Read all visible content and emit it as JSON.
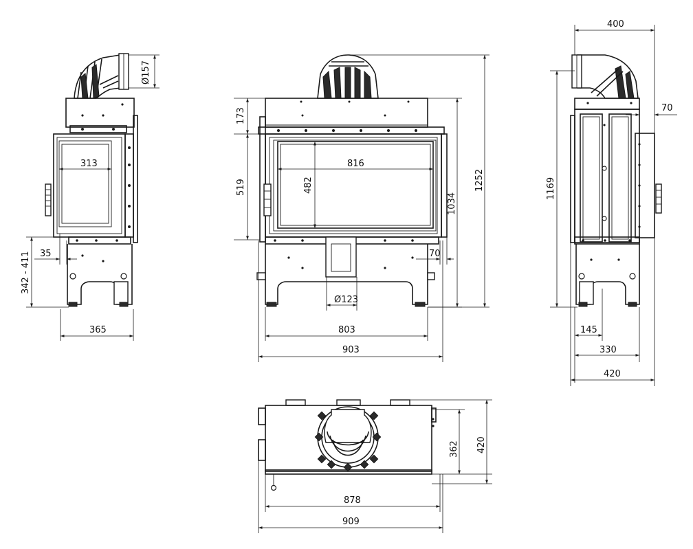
{
  "dimensions": {
    "left_view": {
      "flue_diameter": "Ø157",
      "glass_width": "313",
      "side_offset": "35",
      "height_range": "342 - 411",
      "depth": "365"
    },
    "front_view": {
      "top_section": "173",
      "door_height": "519",
      "glass_height": "482",
      "glass_width": "816",
      "height_body": "1034",
      "height_total": "1252",
      "side_offset": "70",
      "air_inlet_diameter": "Ø123",
      "base_width": "803",
      "total_width": "903"
    },
    "right_view": {
      "top_depth": "400",
      "side_offset": "70",
      "height": "1169",
      "leg_offset": "145",
      "leg_span": "330",
      "total_depth": "420"
    },
    "top_view": {
      "depth_body": "362",
      "depth_total": "420",
      "width_body": "878",
      "width_total": "909"
    }
  }
}
